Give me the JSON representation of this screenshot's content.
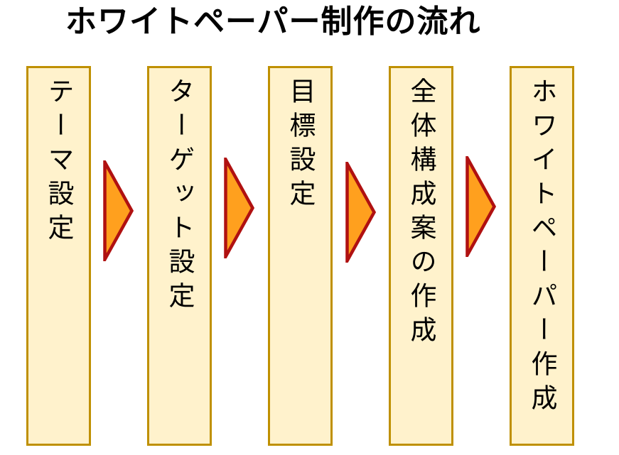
{
  "title": "ホワイトペーパー制作の流れ",
  "diagram": {
    "type": "flow",
    "direction": "left-to-right",
    "steps": [
      {
        "label": "テーマ設定"
      },
      {
        "label": "ターゲット設定"
      },
      {
        "label": "目標設定"
      },
      {
        "label": "全体構成案の作成"
      },
      {
        "label": "ホワイトペーパー作成"
      }
    ],
    "connector_icon": "right-arrow-icon"
  },
  "colors": {
    "background": "#FFFFFF",
    "text": "#000000",
    "box_fill": "#FFF2CC",
    "box_border": "#BF9000",
    "arrow_fill": "#FFA01E",
    "arrow_border": "#B01111"
  }
}
